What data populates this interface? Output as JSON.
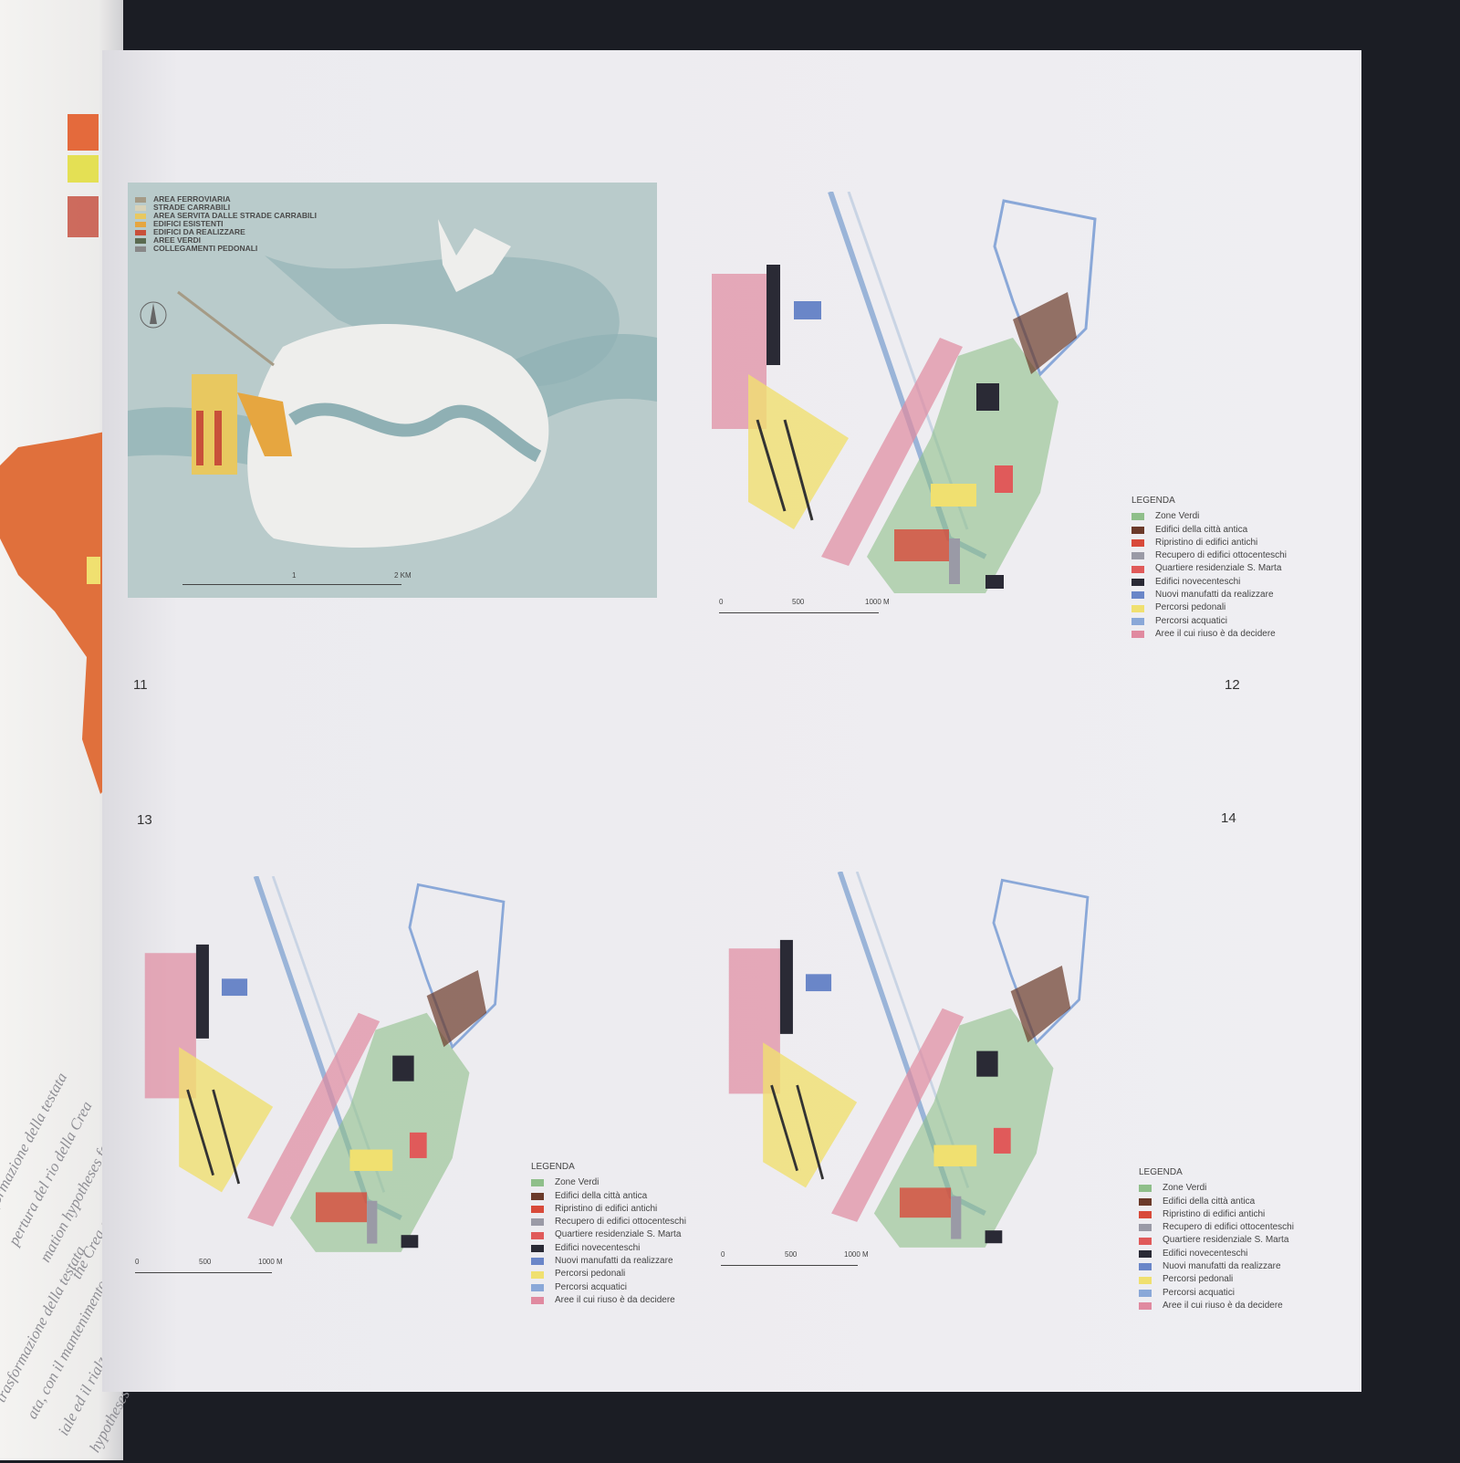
{
  "left_page": {
    "caption_lines_1": [
      "trasformazione della testata",
      "pertura del rio della Crea",
      "mation hypotheses for the",
      "the Crea canal."
    ],
    "caption_lines_2": [
      "trasformazione della testata",
      "ata, con il mantenimento",
      "iale ed il rialzo di un incrocio",
      "hypotheses for the"
    ]
  },
  "figures": {
    "fig11": {
      "number": "11",
      "legend": [
        {
          "label": "AREA FERROVIARIA",
          "color": "#a59b86"
        },
        {
          "label": "STRADE CARRABILI",
          "color": "#d8d2b8"
        },
        {
          "label": "AREA SERVITA DALLE STRADE CARRABILI",
          "color": "#e8c860"
        },
        {
          "label": "EDIFICI ESISTENTI",
          "color": "#e6a640"
        },
        {
          "label": "EDIFICI DA REALIZZARE",
          "color": "#c8503a"
        },
        {
          "label": "AREE VERDI",
          "color": "#5a6a50"
        },
        {
          "label": "COLLEGAMENTI PEDONALI",
          "color": "#888888"
        }
      ],
      "scale": {
        "mid": "1",
        "end": "2 KM"
      }
    },
    "fig12": {
      "number": "12",
      "scale": {
        "start": "0",
        "mid": "500",
        "end": "1000 M"
      }
    },
    "fig13": {
      "number": "13",
      "scale": {
        "start": "0",
        "mid": "500",
        "end": "1000 M"
      }
    },
    "fig14": {
      "number": "14",
      "scale": {
        "start": "0",
        "mid": "500",
        "end": "1000 M"
      }
    }
  },
  "legenda": {
    "title": "LEGENDA",
    "items": [
      {
        "label": "Zone Verdi",
        "color": "#8fbf8a"
      },
      {
        "label": "Edifici della città antica",
        "color": "#6b3a2a"
      },
      {
        "label": "Ripristino di edifici antichi",
        "color": "#d84a3a"
      },
      {
        "label": "Recupero di edifici ottocenteschi",
        "color": "#9a9aa6"
      },
      {
        "label": "Quartiere residenziale S. Marta",
        "color": "#e05a5a"
      },
      {
        "label": "Edifici novecenteschi",
        "color": "#2a2a35"
      },
      {
        "label": "Nuovi manufatti da realizzare",
        "color": "#6a86c8"
      },
      {
        "label": "Percorsi pedonali",
        "color": "#f0e070"
      },
      {
        "label": "Percorsi acquatici",
        "color": "#8aa8d8"
      },
      {
        "label": "Aree il cui riuso è da decidere",
        "color": "#e08aa0"
      }
    ]
  }
}
